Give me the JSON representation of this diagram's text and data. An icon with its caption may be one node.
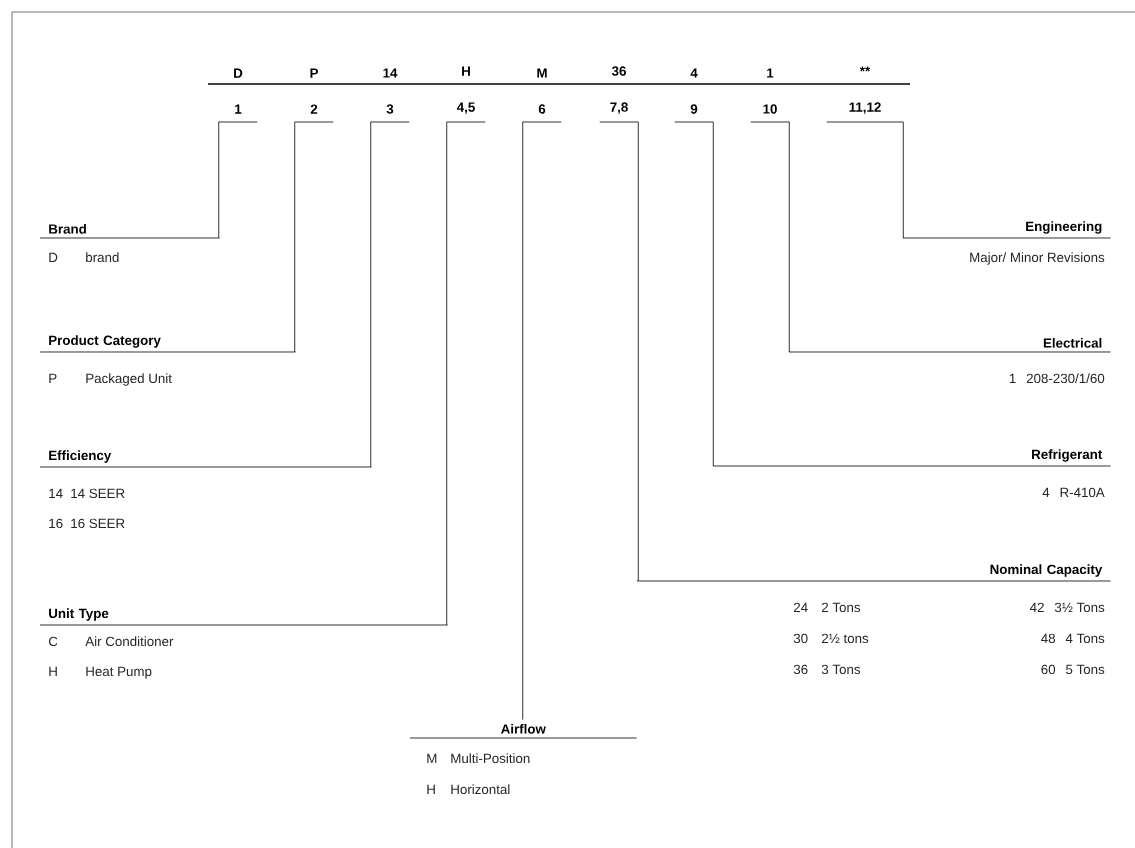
{
  "diagram": {
    "nodes": [
      {
        "text": [
          "D",
          "1"
        ]
      },
      {
        "text": [
          "P",
          "2"
        ]
      },
      {
        "text": [
          "14",
          "3"
        ]
      },
      {
        "text": [
          "H",
          "4,5"
        ]
      },
      {
        "text": [
          "M",
          "6"
        ]
      },
      {
        "text": [
          "36",
          "7,8"
        ]
      },
      {
        "text": [
          "4",
          "9"
        ]
      },
      {
        "text": [
          "1",
          "10"
        ]
      },
      {
        "text": [
          "**",
          "11,12"
        ]
      },
      {
        "text": [
          "Brand"
        ],
        "beside": [
          "D",
          "brand"
        ]
      },
      {
        "text": [
          "Product Category"
        ],
        "beside": [
          "P",
          "Packaged Unit"
        ]
      },
      {
        "text": [
          "Efficiency"
        ],
        "beside": [
          "14",
          "14 SEER",
          "16",
          "16 SEER"
        ]
      },
      {
        "text": [
          "Unit Type"
        ],
        "beside": [
          "C",
          "Air Conditioner",
          "H",
          "Heat Pump"
        ]
      },
      {
        "text": [
          "Airflow"
        ],
        "beside": [
          "M",
          "Multi-Position",
          "H",
          "Horizontal"
        ]
      },
      {
        "text": [
          "Nominal Capacity"
        ],
        "beside": [
          "24",
          "2 Tons",
          "42",
          "3½ Tons",
          "30",
          "2½ tons",
          "48",
          "4 Tons",
          "36",
          "3 Tons",
          "60",
          "5 Tons"
        ]
      },
      {
        "text": [
          "Refrigerant"
        ],
        "beside": [
          "4",
          "R-410A"
        ]
      },
      {
        "text": [
          "Electrical"
        ],
        "beside": [
          "1",
          "208-230/1/60"
        ]
      },
      {
        "text": [
          "Engineering"
        ],
        "beside": [
          "Major/ Minor Revisions"
        ]
      }
    ],
    "edges": [
      {
        "from": 0,
        "to": 9,
        "arrow": "none"
      },
      {
        "from": 1,
        "to": 10,
        "arrow": "none"
      },
      {
        "from": 2,
        "to": 11,
        "arrow": "none"
      },
      {
        "from": 3,
        "to": 12,
        "arrow": "none"
      },
      {
        "from": 4,
        "to": 13,
        "arrow": "none"
      },
      {
        "from": 5,
        "to": 14,
        "arrow": "none"
      },
      {
        "from": 6,
        "to": 15,
        "arrow": "none"
      },
      {
        "from": 7,
        "to": 16,
        "arrow": "none"
      },
      {
        "from": 8,
        "to": 17,
        "arrow": "none"
      }
    ]
  }
}
